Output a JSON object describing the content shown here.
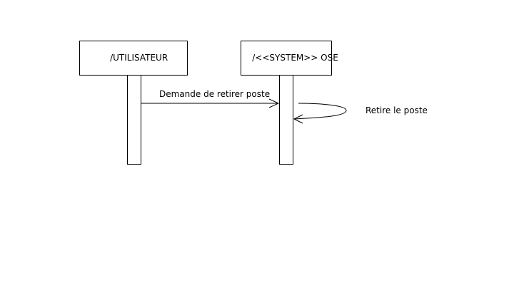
{
  "diagram": {
    "participants": [
      {
        "label": "/UTILISATEUR"
      },
      {
        "label": "/<<SYSTEM>> OSE"
      }
    ],
    "messages": [
      {
        "label": "Demande de retirer poste",
        "from": "/UTILISATEUR",
        "to": "/<<SYSTEM>> OSE"
      },
      {
        "label": "Retire le poste",
        "from": "/<<SYSTEM>> OSE",
        "to": "/<<SYSTEM>> OSE"
      }
    ]
  }
}
